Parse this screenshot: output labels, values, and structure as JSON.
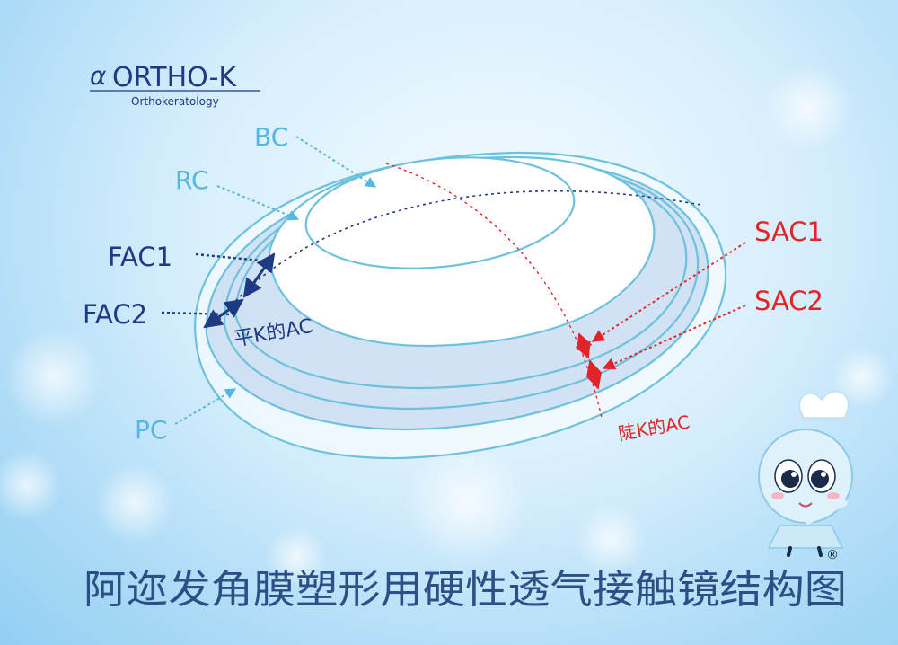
{
  "logo": {
    "alpha": "α",
    "brand": "ORTHO-K",
    "subtitle": "Orthokeratology"
  },
  "labels": {
    "bc": "BC",
    "rc": "RC",
    "fac1": "FAC1",
    "fac2": "FAC2",
    "flat_k_ac": "平K的AC",
    "pc": "PC",
    "sac1": "SAC1",
    "sac2": "SAC2",
    "steep_k_ac": "陡K的AC"
  },
  "caption": "阿迩发角膜塑形用硬性透气接触镜结构图",
  "trademark": "®",
  "colors": {
    "navy": "#1e3a82",
    "red": "#e0252a",
    "light_blue": "#55b7de",
    "ring_stroke": "#6cc1dc",
    "caption": "#2c4f86"
  }
}
